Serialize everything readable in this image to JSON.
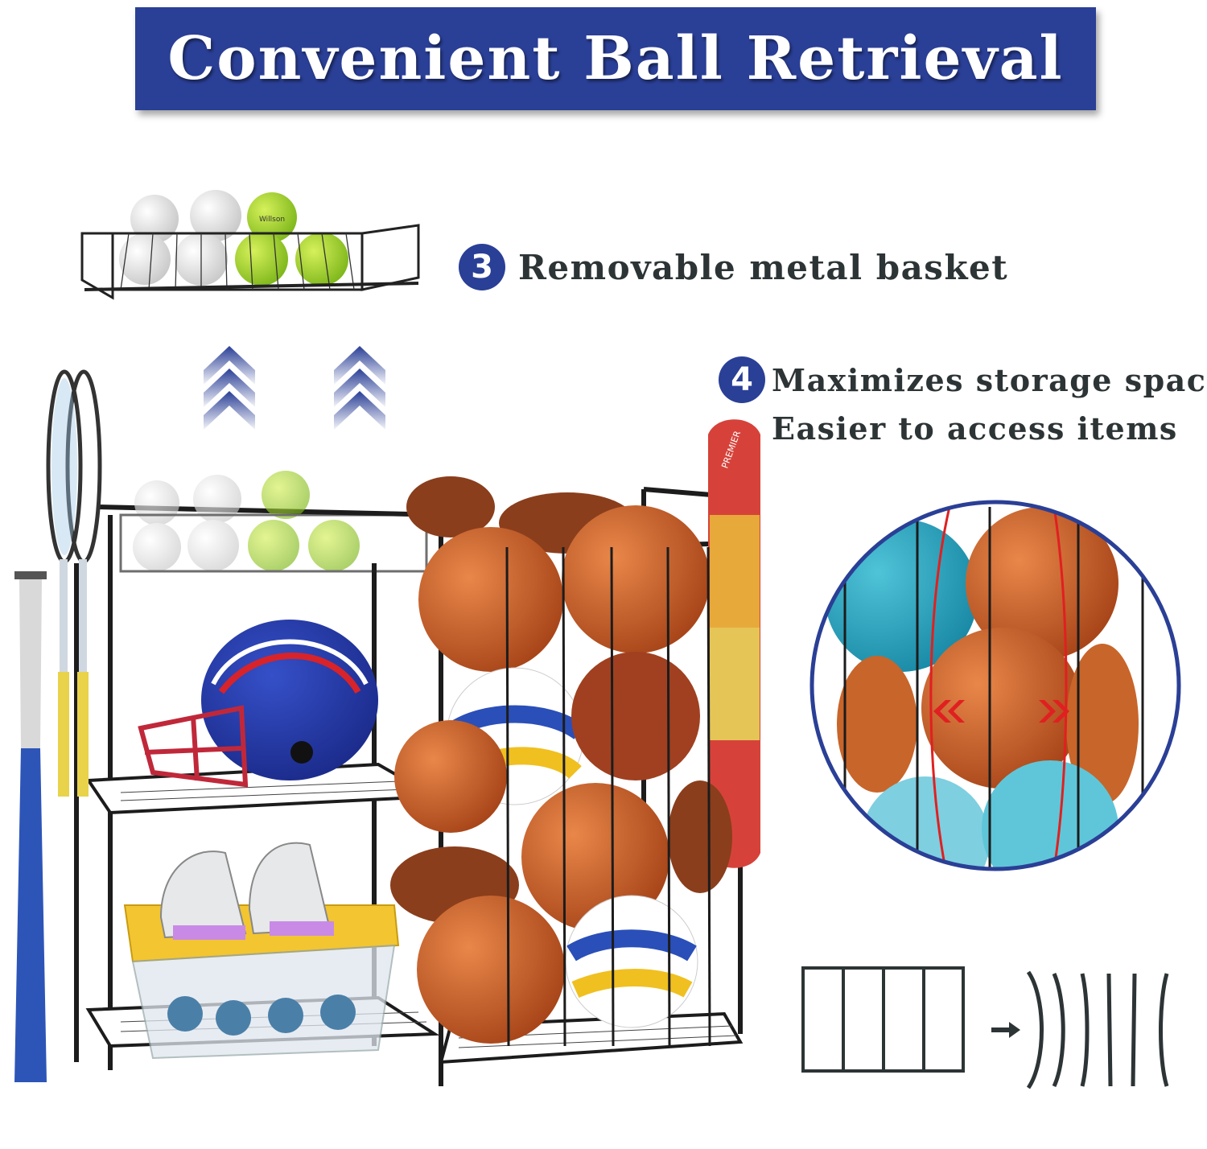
{
  "banner": {
    "title": "Convenient Ball Retrieval"
  },
  "features": [
    {
      "number": "3",
      "text": "Removable metal basket"
    },
    {
      "number": "4",
      "text": "Maximizes storage space",
      "subtext": "Easier to access items"
    }
  ],
  "product_labels": {
    "tennis_ball_brand": "Willson",
    "skateboard_brand": "PREMIER"
  },
  "colors": {
    "brand_blue": "#2a3f96",
    "text_dark": "#2d3436",
    "basketball": "#c8652a",
    "football": "#8a3e1c",
    "tennis_ball": "#a9d830",
    "frame": "#1c1c1c"
  },
  "icons": [
    "up-chevrons-icon",
    "expand-arrows-icon",
    "compression-lines-icon"
  ]
}
